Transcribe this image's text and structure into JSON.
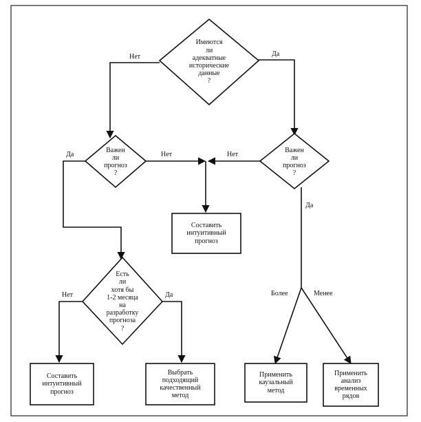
{
  "nodes": {
    "q_historical_data": "Имеются\nли\nадекватные\nисторические\nданные\n?",
    "q_important_left": "Важен\nли\nпрогноз\n?",
    "q_important_right": "Важен\nли\nпрогноз\n?",
    "q_time_available": "Есть\nли\nхотя бы\n1-2 месяца\nна\nразработку\nпрогноза\n?",
    "box_intuitive_middle": "Составить\nинтуитивный\nпрогноз",
    "box_intuitive_bottom": "Составить\nинтуитивный\nпрогноз",
    "box_qualitative": "Выбрать\nподходящий\nкачественный\nметод",
    "box_causal": "Применить\nкаузальный\nметод",
    "box_time_series": "Применить\nанализ\nвременных\nрядов"
  },
  "edge_labels": {
    "top_no": "Нет",
    "top_yes": "Да",
    "left_yes": "Да",
    "left_no": "Нет",
    "right_no": "Нет",
    "right_yes": "Да",
    "time_no": "Нет",
    "time_yes": "Да",
    "more": "Более",
    "less": "Менее"
  }
}
